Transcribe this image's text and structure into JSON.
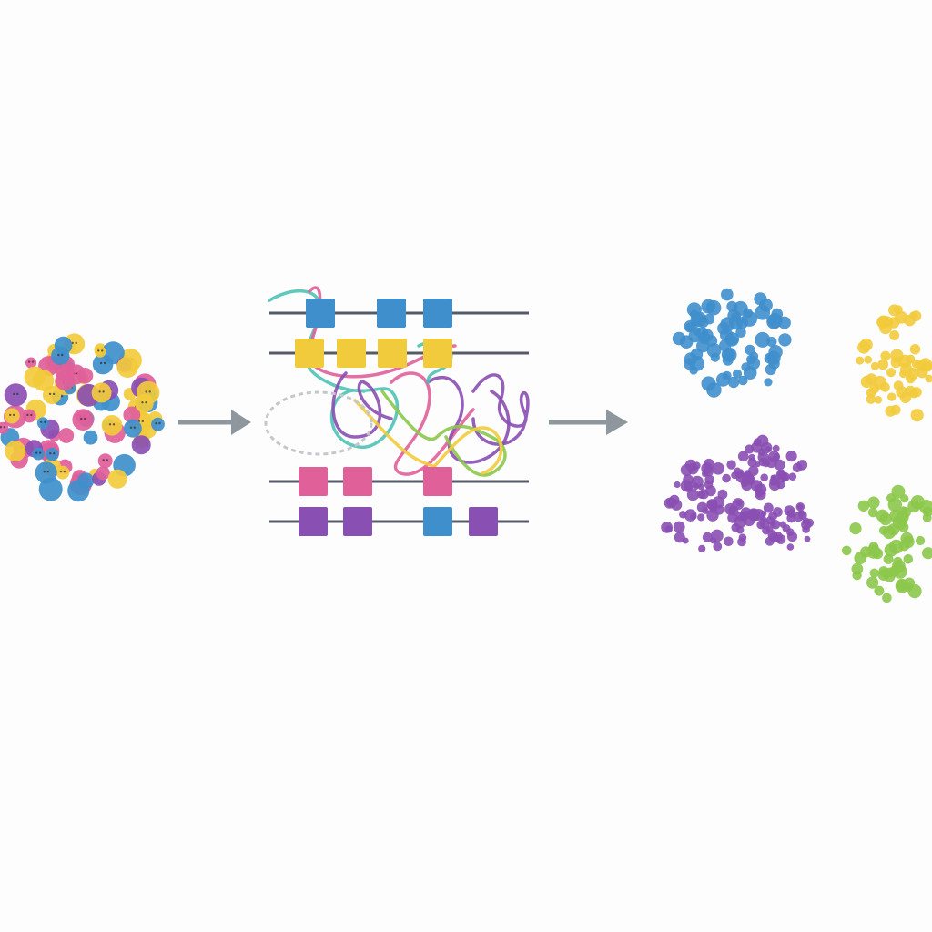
{
  "palette": {
    "blue": "#3f8fcc",
    "yellow": "#f2cb3c",
    "pink": "#e0609a",
    "purple": "#8a4fb3",
    "green": "#8cc84b",
    "teal": "#4fc3b5",
    "line": "#555b66",
    "arrow": "#8f979e",
    "background": "#fdfdfd"
  },
  "stages": [
    {
      "name": "mixed-input-cluster",
      "icon": "mixed-dots-cluster-icon"
    },
    {
      "name": "sorting-process",
      "icon": "tangled-lines-icon"
    },
    {
      "name": "sorted-output-groups",
      "icon": "grouped-dots-icon"
    }
  ],
  "rails": {
    "rows": [
      {
        "color": "blue",
        "squares": 3
      },
      {
        "color": "yellow",
        "squares": 4
      },
      {
        "color": "pink",
        "squares": 3
      },
      {
        "color": "purple",
        "squares": 3,
        "extra_blue": 1
      }
    ]
  },
  "output_groups": [
    {
      "color": "blue",
      "label": ""
    },
    {
      "color": "yellow",
      "label": ""
    },
    {
      "color": "purple",
      "label": ""
    },
    {
      "color": "green",
      "label": ""
    }
  ]
}
